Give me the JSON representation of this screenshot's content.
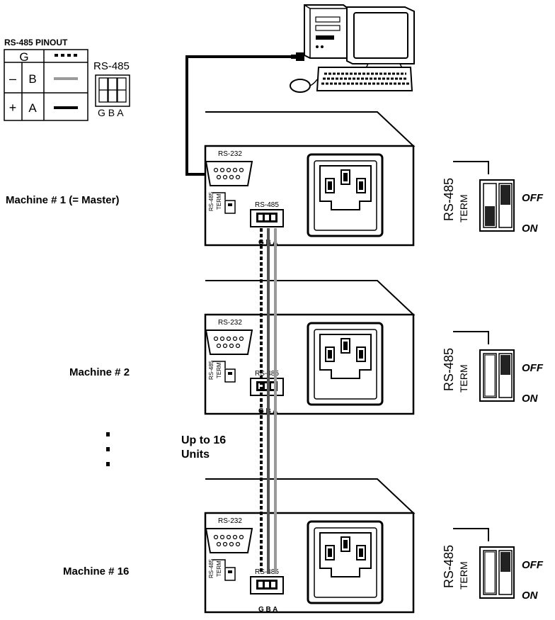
{
  "pinout": {
    "title": "RS-485 PINOUT",
    "rows": [
      {
        "sign": "",
        "pin": "G"
      },
      {
        "sign": "–",
        "pin": "B"
      },
      {
        "sign": "+",
        "pin": "A"
      }
    ],
    "connector_label": "RS-485",
    "connector_pins": "G B A"
  },
  "machines": [
    {
      "label": "Machine # 1 (= Master)",
      "rs232": "RS-232",
      "rs485": "RS-485",
      "term": "TERM",
      "term_prefix": "RS-485",
      "pins": "G B A",
      "dip": {
        "label1": "RS-485",
        "label2": "TERM",
        "off": "OFF",
        "on": "ON"
      }
    },
    {
      "label": "Machine # 2",
      "rs232": "RS-232",
      "rs485": "RS-485",
      "term": "TERM",
      "term_prefix": "RS-485",
      "pins": "G B A",
      "dip": {
        "label1": "RS-485",
        "label2": "TERM",
        "off": "OFF",
        "on": "ON"
      }
    },
    {
      "label": "Machine # 16",
      "rs232": "RS-232",
      "rs485": "RS-485",
      "term": "TERM",
      "term_prefix": "RS-485",
      "pins": "G B A",
      "dip": {
        "label1": "RS-485",
        "label2": "TERM",
        "off": "OFF",
        "on": "ON"
      }
    }
  ],
  "units_note": {
    "line1": "Up to 16",
    "line2": "Units"
  },
  "colors": {
    "line": "#000000",
    "cable_gray": "#9a9a9a",
    "cable_dark": "#333333"
  }
}
